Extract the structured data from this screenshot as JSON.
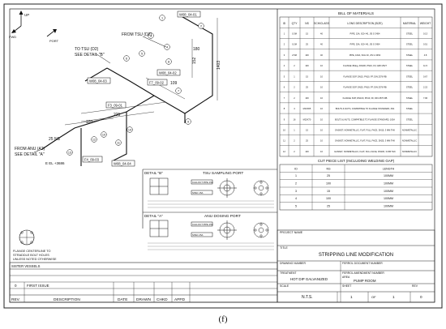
{
  "caption": "(f)",
  "iso": {
    "up": "UP",
    "port": "PORT",
    "fwd": "FWD",
    "from_tsu": "FROM TSU (D2)",
    "to_tsu": "TO TSU (D2)",
    "see_b": "SEE DETAIL \"B\"",
    "from_anu": "FROM ANU (A2)",
    "see_a": "SEE DETAIL \"A\"",
    "ns25": "25 NS",
    "el": "E EL +3686",
    "dims": [
      "1403",
      "152",
      "251",
      "225",
      "103",
      "109",
      "180"
    ],
    "weld_tags": [
      "W08_04-01",
      "W08_04-02",
      "W08_04-03",
      "F3_09-01",
      "F7_09-02",
      "F4_09-03",
      "W08_04-04"
    ],
    "bubbles": [
      "1",
      "2",
      "3",
      "4",
      "5",
      "6",
      "7",
      "8",
      "9",
      "10",
      "11",
      "12",
      "13",
      "14"
    ]
  },
  "bom": {
    "title": "BILL OF MATERIALS",
    "headers": [
      "ID",
      "QTY",
      "NS",
      "SCH/CLASS",
      "LONG DESCRIPTION (SIZE)",
      "MATERIAL",
      "WEIGHT"
    ],
    "rows": [
      [
        "1",
        "0.3M",
        "15",
        "40",
        "PIPE, 15A, SCH 40, JIS G 3454",
        "STEEL",
        "0.13"
      ],
      [
        "2",
        "0.2M",
        "25",
        "40",
        "PIPE, 25A, SCH 40, JIS G 3454",
        "STEEL",
        "0.51"
      ],
      [
        "3",
        "2.5M",
        "100",
        "40",
        "PIPE, 100A, SCH 40, JIS G 3454",
        "STEEL",
        "4.8"
      ],
      [
        "4",
        "2",
        "100",
        "10",
        "FLANGE 45deg, DN100, PN10, FF, GRN 2527",
        "STEEL",
        "11.5"
      ],
      [
        "5",
        "1",
        "15",
        "10",
        "FLANGE SOP, DN15, PN10, FF, DIN 2576 RB",
        "STEEL",
        "0.67"
      ],
      [
        "6",
        "2",
        "25",
        "10",
        "FLANGE SOP, DN25, PN10, FF, DIN 2576 RB",
        "STEEL",
        "2.22"
      ],
      [
        "7",
        "2",
        "100",
        "10",
        "FLANGE SOP, DN100, PN10, FF, DIN 2576 RB",
        "STEEL",
        "7.96"
      ],
      [
        "8",
        "4",
        "M16X65",
        "10",
        "BOLTS & NUTS, COMPATIBLE TO FLANGE STANDARD, 25A",
        "STEEL",
        ""
      ],
      [
        "9",
        "16",
        "M20X70",
        "10",
        "BOLTS & NUTS, COMPATIBLE TO FLANGE STANDARD, 100A",
        "STEEL",
        ""
      ],
      [
        "10",
        "1",
        "15",
        "10",
        "GASKET, NONMETALLIC, FLAT, FULL FACE, DN15, 3 MM THK",
        "NONMETALLIC",
        ""
      ],
      [
        "11",
        "2",
        "25",
        "10",
        "GASKET, NONMETALLIC, FLAT, FULL FACE, DN25, 3 MM THK",
        "NONMETALLIC",
        ""
      ],
      [
        "12",
        "2",
        "100",
        "10",
        "GASKET, NONMETALLIC, FLAT, FULL FACE, DN100, 3 MM THK",
        "NONMETALLIC",
        ""
      ]
    ]
  },
  "cut": {
    "title": "CUT PIECE LIST (INCLUDING WELDING GAP)",
    "headers": [
      "ID",
      "NS",
      "LENGTH"
    ],
    "rows": [
      [
        "1",
        "25",
        "100MM"
      ],
      [
        "2",
        "100",
        "100MM"
      ],
      [
        "3",
        "15",
        "100MM"
      ],
      [
        "4",
        "100",
        "100MM"
      ],
      [
        "5",
        "25",
        "100MM"
      ]
    ]
  },
  "details": {
    "b_label": "DETAIL \"B\"",
    "a_label": "DETAIL \"A\"",
    "tsu": "TSU SAMPLING PORT",
    "anu": "ANU DOSING PORT",
    "spec_tags": [
      "CALLOUT PIPE 15A",
      "SPEC 15A",
      "CALLOUT PIPE 25A",
      "SPEC 25A"
    ]
  },
  "flange_note": [
    "FLANGE CENTERLINE TO",
    "STRADDLE BOLT HOLES",
    "UNLESS NOTED OTHERWISE"
  ],
  "title_block": {
    "project_name": "PROJECT NAME",
    "title_label": "TITLE",
    "title": "STRIPPING LINE MODIFICATION",
    "drawing_number": "DRAWING NUMBER",
    "ferrol_doc": "FERROL DOCUMENT NUMBER",
    "ferrol_amend": "FERROL AMENDMENT NUMBER",
    "treatment_label": "TREATMENT",
    "treatment": "HOT DIP GALVANIZED",
    "area_label": "AREA",
    "area": "PUMP ROOM",
    "scale_label": "SCALE",
    "scale": "N.T.S.",
    "sheet_label": "SHEET",
    "sheet": "1",
    "of": "OF",
    "sheets": "1",
    "rev_label": "REV",
    "rev": "0"
  },
  "rev_block": {
    "sister_vessels": "SISTER VESSELS",
    "rev0": "0",
    "first_issue": "FIRST ISSUE",
    "headers": [
      "REV.",
      "DESCRIPTION",
      "DATE",
      "DRAWN",
      "CHKD",
      "APPD"
    ]
  }
}
